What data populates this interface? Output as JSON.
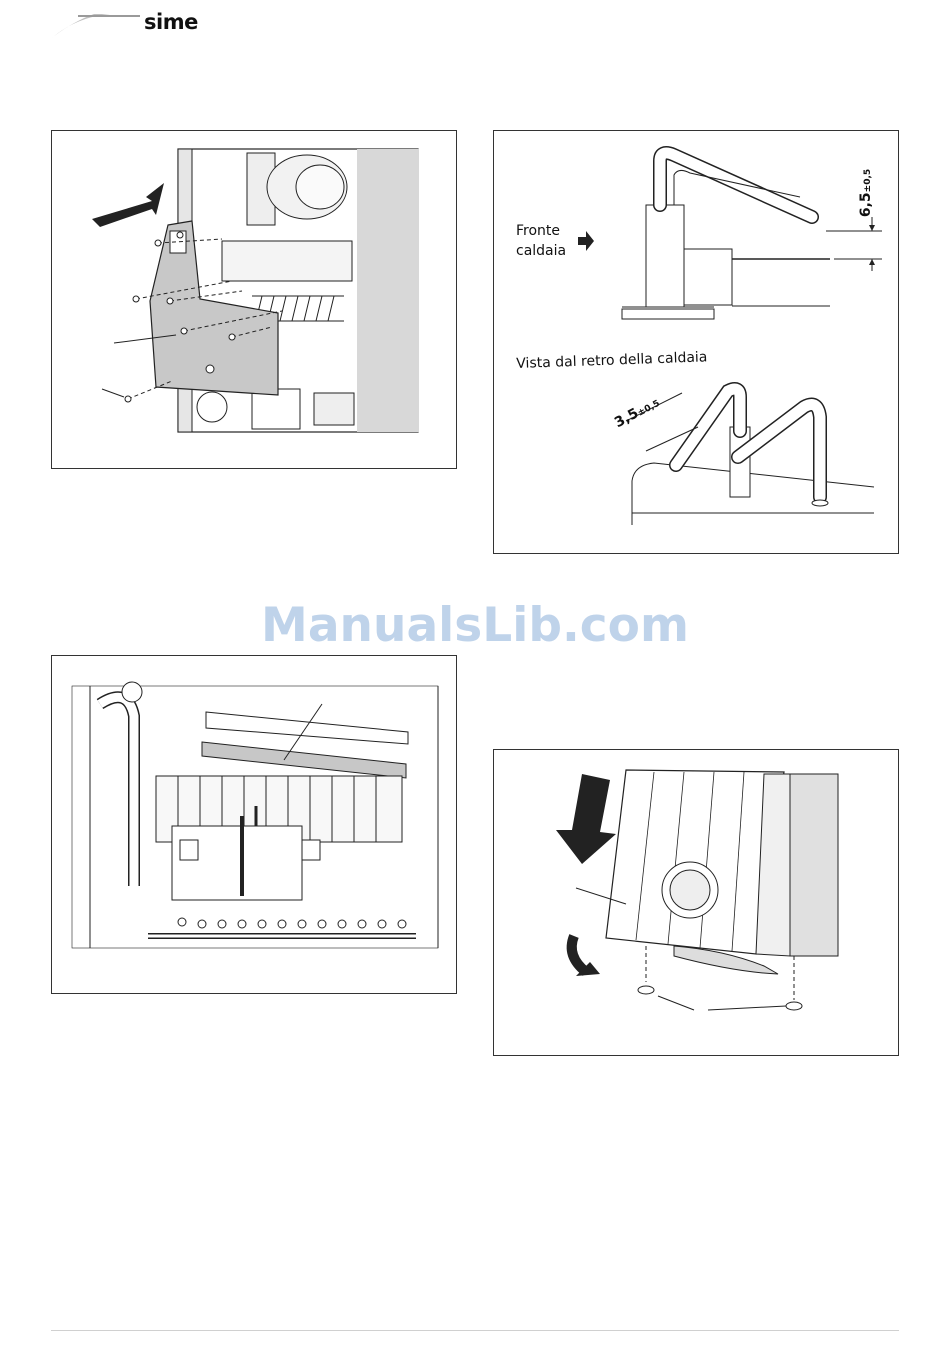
{
  "header": {
    "logo_text": "sime"
  },
  "watermark": "ManualsLib.com",
  "figures": {
    "fig1": {},
    "fig2": {
      "front_label_line1": "Fronte",
      "front_label_line2": "caldaia",
      "rear_view_label": "Vista dal retro della caldaia",
      "dim_top_value": "6,5",
      "dim_top_tol": "±0,5",
      "dim_rear_value": "3,5",
      "dim_rear_tol": "±0,5"
    },
    "fig3": {},
    "fig4": {}
  }
}
